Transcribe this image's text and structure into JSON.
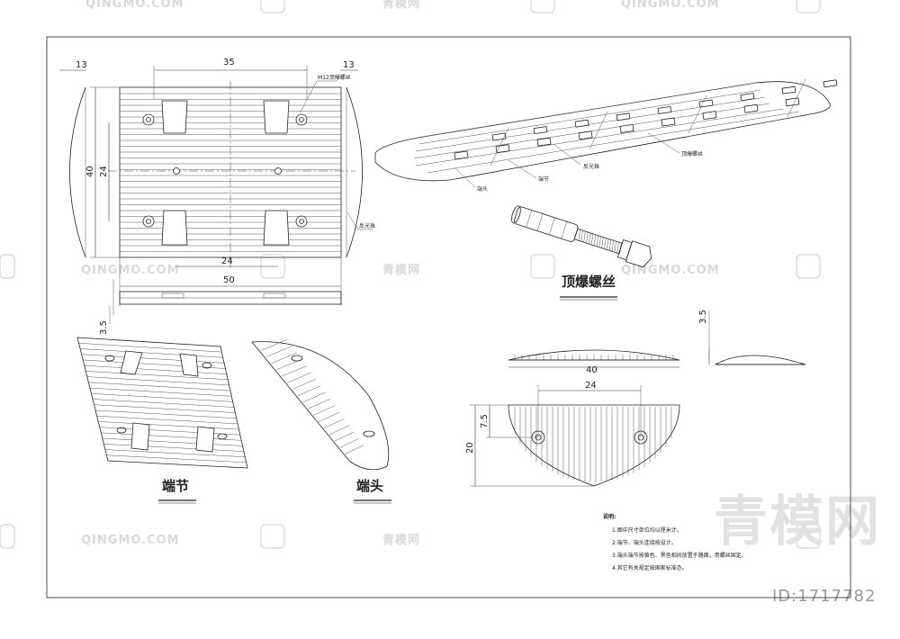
{
  "watermark": {
    "site": "QINGMO.COM",
    "cn": "青模网",
    "big_logo": "青模网",
    "id_label": "ID:1717782"
  },
  "dims": {
    "top_left_13": "13",
    "top_right_13": "13",
    "top_35": "35",
    "left_40": "40",
    "left_24": "24",
    "mid_24": "24",
    "bottom_50": "50",
    "persp_3_5": "3.5",
    "end_40": "40",
    "end_24": "24",
    "end_7_5": "7.5",
    "end_20": "20",
    "side_3_5": "3.5"
  },
  "labels": {
    "bolt_note_top": "M12顶爆螺丝",
    "reflector_side": "反光珠",
    "end_piece": "端头",
    "mid_piece": "端节",
    "reflector": "反光珠",
    "expansion_bolt": "顶爆螺丝"
  },
  "titles": {
    "bolt": "顶爆螺丝",
    "mid_section": "端节",
    "end_cap": "端头"
  },
  "notes": {
    "heading": "说明:",
    "n1": "1.图中尺寸单位均以厘米计。",
    "n2": "2.端节、端头连接按设计。",
    "n3": "3.端头端节按黄色、黑色相间放置于路面，用螺丝固定。",
    "n4": "4.其它有关规定按国家标准办。"
  }
}
